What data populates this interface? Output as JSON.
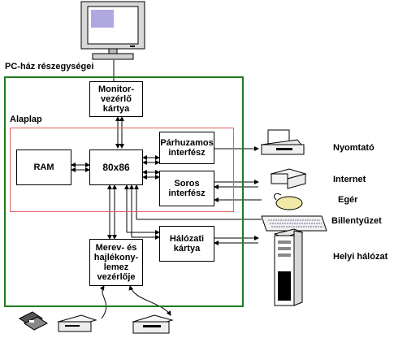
{
  "title": "PC-ház részegységei",
  "mainboard_label": "Alaplap",
  "boxes": {
    "monitor_card": "Monitor-\nvezérlő\nkártya",
    "ram": "RAM",
    "cpu": "80x86",
    "parallel": "Párhuzamos\ninterfész",
    "serial": "Soros\ninterfész",
    "network_card": "Hálózati\nkártya",
    "disk_controller": "Merev- és\nhajlékony-\nlemez\nvezérlője"
  },
  "devices": {
    "printer": "Nyomtató",
    "internet": "Internet",
    "mouse": "Egér",
    "keyboard": "Billentyűzet",
    "lan": "Helyi hálózat"
  },
  "colors": {
    "pc_case": "#1e7a1e",
    "mainboard": "#e06060",
    "monitor_screen": "#b0a8e0"
  }
}
